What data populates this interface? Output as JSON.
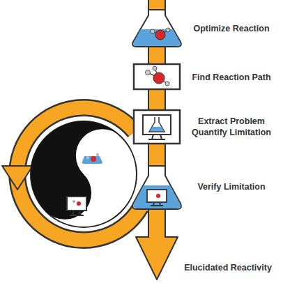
{
  "diagram": {
    "labels": [
      "Optimize Reaction",
      "Find Reaction Path",
      "Extract Problem Quantify Limitation",
      "Verify Limitation",
      "Elucidated Reactivity"
    ]
  }
}
